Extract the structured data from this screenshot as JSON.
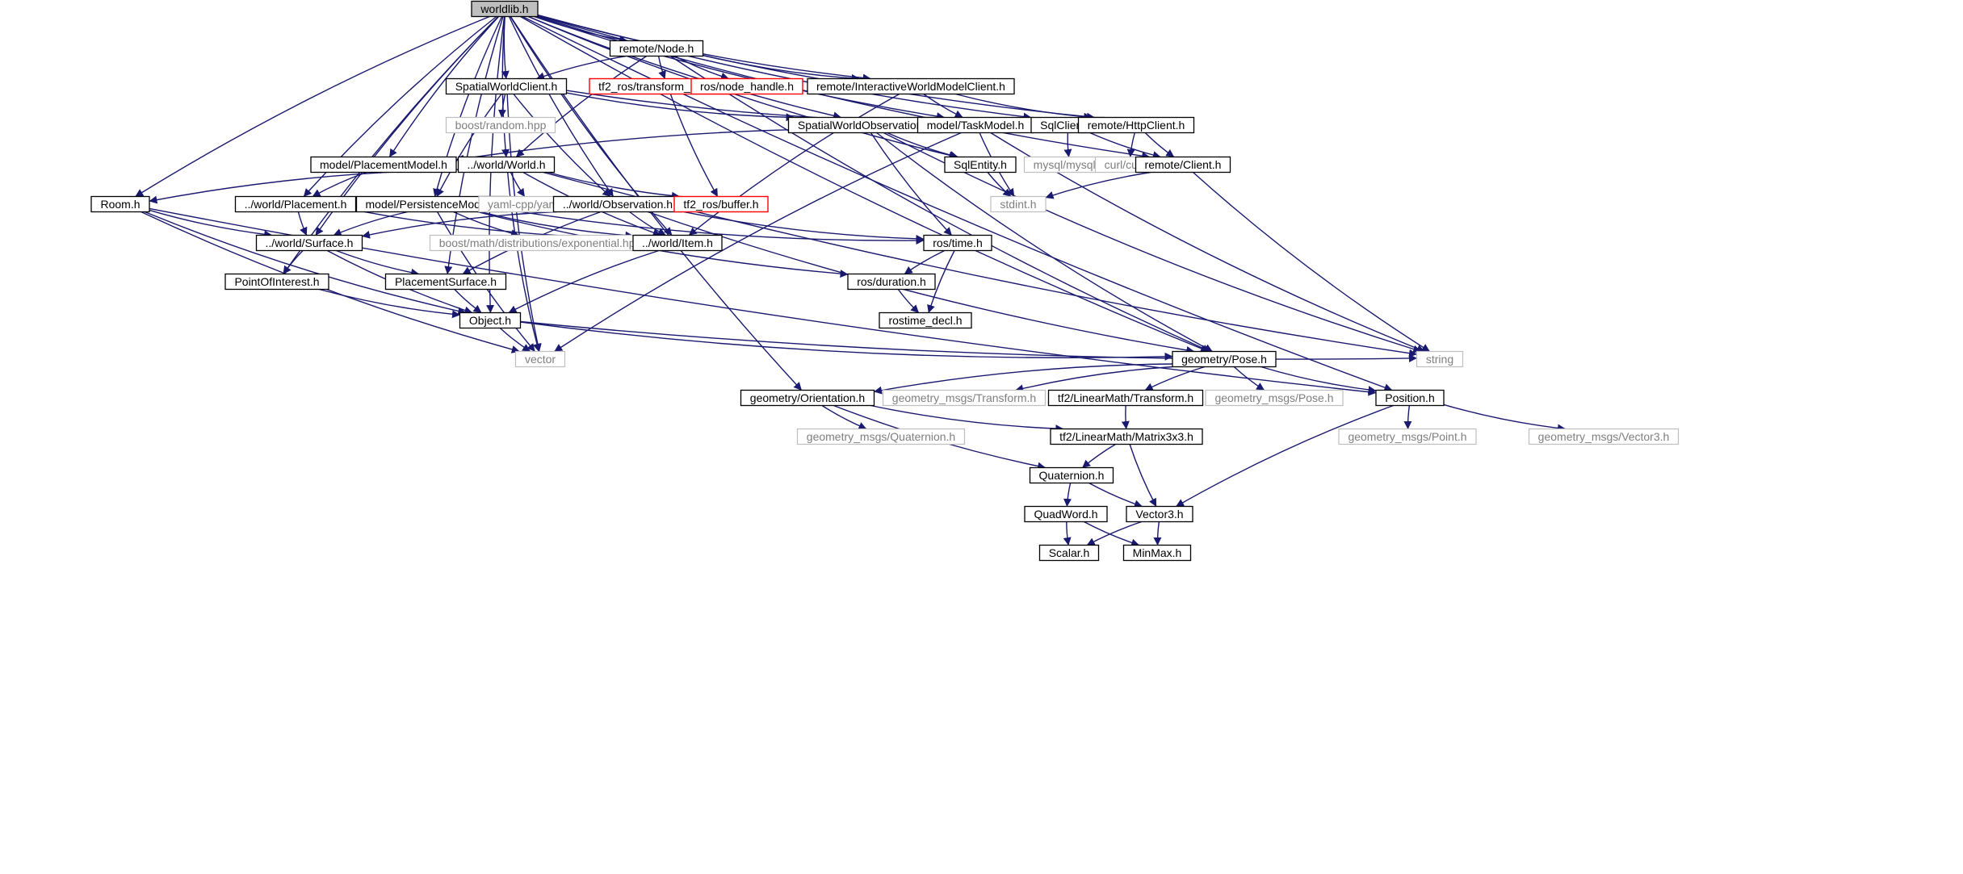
{
  "diagram": {
    "type": "include-dependency-graph",
    "colors": {
      "edge": "#191970",
      "root_fill": "#bfbfbf",
      "node_border": "#000000",
      "external_border": "#bfbfbf",
      "external_text": "#7f7f7f",
      "missing_border": "#ff0000"
    },
    "nodes": [
      {
        "id": "worldlib",
        "label": "worldlib.h",
        "kind": "root"
      },
      {
        "id": "remote_node",
        "label": "remote/Node.h",
        "kind": "file"
      },
      {
        "id": "spatial_client",
        "label": "SpatialWorldClient.h",
        "kind": "file"
      },
      {
        "id": "tf2_listener",
        "label": "tf2_ros/transform_listener.h",
        "kind": "missing"
      },
      {
        "id": "ros_nodehandle",
        "label": "ros/node_handle.h",
        "kind": "missing"
      },
      {
        "id": "interactive_client",
        "label": "remote/InteractiveWorldModelClient.h",
        "kind": "file"
      },
      {
        "id": "boost_random",
        "label": "boost/random.hpp",
        "kind": "external"
      },
      {
        "id": "spatial_obs",
        "label": "SpatialWorldObservation.h",
        "kind": "file"
      },
      {
        "id": "task_model",
        "label": "model/TaskModel.h",
        "kind": "file"
      },
      {
        "id": "sql_client",
        "label": "SqlClient.h",
        "kind": "file"
      },
      {
        "id": "http_client",
        "label": "remote/HttpClient.h",
        "kind": "file"
      },
      {
        "id": "placement_model",
        "label": "model/PlacementModel.h",
        "kind": "file"
      },
      {
        "id": "world_world",
        "label": "../world/World.h",
        "kind": "file"
      },
      {
        "id": "sql_entity",
        "label": "SqlEntity.h",
        "kind": "file"
      },
      {
        "id": "mysql",
        "label": "mysql/mysql.h",
        "kind": "external"
      },
      {
        "id": "curl",
        "label": "curl/curl.h",
        "kind": "external"
      },
      {
        "id": "remote_client",
        "label": "remote/Client.h",
        "kind": "file"
      },
      {
        "id": "room",
        "label": "Room.h",
        "kind": "file"
      },
      {
        "id": "world_placement",
        "label": "../world/Placement.h",
        "kind": "file"
      },
      {
        "id": "persistence_model",
        "label": "model/PersistenceModel.h",
        "kind": "file"
      },
      {
        "id": "yaml",
        "label": "yaml-cpp/yaml.h",
        "kind": "external"
      },
      {
        "id": "world_observation",
        "label": "../world/Observation.h",
        "kind": "file"
      },
      {
        "id": "tf2_buffer",
        "label": "tf2_ros/buffer.h",
        "kind": "missing"
      },
      {
        "id": "stdint",
        "label": "stdint.h",
        "kind": "external"
      },
      {
        "id": "world_surface",
        "label": "../world/Surface.h",
        "kind": "file"
      },
      {
        "id": "boost_exp",
        "label": "boost/math/distributions/exponential.hpp",
        "kind": "external"
      },
      {
        "id": "world_item",
        "label": "../world/Item.h",
        "kind": "file"
      },
      {
        "id": "ros_time",
        "label": "ros/time.h",
        "kind": "file"
      },
      {
        "id": "point_of_interest",
        "label": "PointOfInterest.h",
        "kind": "file"
      },
      {
        "id": "placement_surface",
        "label": "PlacementSurface.h",
        "kind": "file"
      },
      {
        "id": "ros_duration",
        "label": "ros/duration.h",
        "kind": "file"
      },
      {
        "id": "object",
        "label": "Object.h",
        "kind": "file"
      },
      {
        "id": "rostime_decl",
        "label": "rostime_decl.h",
        "kind": "file"
      },
      {
        "id": "vector",
        "label": "vector",
        "kind": "external"
      },
      {
        "id": "geometry_pose",
        "label": "geometry/Pose.h",
        "kind": "file"
      },
      {
        "id": "string",
        "label": "string",
        "kind": "external"
      },
      {
        "id": "geometry_orientation",
        "label": "geometry/Orientation.h",
        "kind": "file"
      },
      {
        "id": "gm_transform",
        "label": "geometry_msgs/Transform.h",
        "kind": "external"
      },
      {
        "id": "tf2_transform",
        "label": "tf2/LinearMath/Transform.h",
        "kind": "file"
      },
      {
        "id": "gm_pose",
        "label": "geometry_msgs/Pose.h",
        "kind": "external"
      },
      {
        "id": "position",
        "label": "Position.h",
        "kind": "file"
      },
      {
        "id": "gm_quaternion",
        "label": "geometry_msgs/Quaternion.h",
        "kind": "external"
      },
      {
        "id": "tf2_matrix",
        "label": "tf2/LinearMath/Matrix3x3.h",
        "kind": "file"
      },
      {
        "id": "gm_point",
        "label": "geometry_msgs/Point.h",
        "kind": "external"
      },
      {
        "id": "gm_vector3",
        "label": "geometry_msgs/Vector3.h",
        "kind": "external"
      },
      {
        "id": "quaternion",
        "label": "Quaternion.h",
        "kind": "file"
      },
      {
        "id": "quadword",
        "label": "QuadWord.h",
        "kind": "file"
      },
      {
        "id": "vector3",
        "label": "Vector3.h",
        "kind": "file"
      },
      {
        "id": "scalar",
        "label": "Scalar.h",
        "kind": "file"
      },
      {
        "id": "minmax",
        "label": "MinMax.h",
        "kind": "file"
      }
    ],
    "edges": [
      [
        "worldlib",
        "remote_node"
      ],
      [
        "worldlib",
        "spatial_client"
      ],
      [
        "worldlib",
        "interactive_client"
      ],
      [
        "worldlib",
        "spatial_obs"
      ],
      [
        "worldlib",
        "task_model"
      ],
      [
        "worldlib",
        "sql_client"
      ],
      [
        "worldlib",
        "http_client"
      ],
      [
        "worldlib",
        "placement_model"
      ],
      [
        "worldlib",
        "world_world"
      ],
      [
        "worldlib",
        "sql_entity"
      ],
      [
        "worldlib",
        "remote_client"
      ],
      [
        "worldlib",
        "room"
      ],
      [
        "worldlib",
        "world_placement"
      ],
      [
        "worldlib",
        "persistence_model"
      ],
      [
        "worldlib",
        "world_observation"
      ],
      [
        "worldlib",
        "world_surface"
      ],
      [
        "worldlib",
        "world_item"
      ],
      [
        "worldlib",
        "point_of_interest"
      ],
      [
        "worldlib",
        "placement_surface"
      ],
      [
        "worldlib",
        "object"
      ],
      [
        "worldlib",
        "geometry_pose"
      ],
      [
        "worldlib",
        "geometry_orientation"
      ],
      [
        "worldlib",
        "position"
      ],
      [
        "remote_node",
        "spatial_client"
      ],
      [
        "remote_node",
        "tf2_listener"
      ],
      [
        "remote_node",
        "ros_nodehandle"
      ],
      [
        "remote_node",
        "interactive_client"
      ],
      [
        "remote_node",
        "world_world"
      ],
      [
        "remote_node",
        "geometry_pose"
      ],
      [
        "spatial_client",
        "boost_random"
      ],
      [
        "spatial_client",
        "spatial_obs"
      ],
      [
        "spatial_client",
        "sql_client"
      ],
      [
        "spatial_client",
        "persistence_model"
      ],
      [
        "spatial_client",
        "world_observation"
      ],
      [
        "spatial_client",
        "vector"
      ],
      [
        "tf2_listener",
        "tf2_buffer"
      ],
      [
        "interactive_client",
        "task_model"
      ],
      [
        "interactive_client",
        "http_client"
      ],
      [
        "interactive_client",
        "world_item"
      ],
      [
        "spatial_obs",
        "sql_entity"
      ],
      [
        "spatial_obs",
        "ros_time"
      ],
      [
        "spatial_obs",
        "geometry_pose"
      ],
      [
        "spatial_obs",
        "string"
      ],
      [
        "task_model",
        "placement_model"
      ],
      [
        "task_model",
        "stdint"
      ],
      [
        "task_model",
        "string"
      ],
      [
        "task_model",
        "vector"
      ],
      [
        "sql_client",
        "mysql"
      ],
      [
        "sql_client",
        "remote_client"
      ],
      [
        "http_client",
        "curl"
      ],
      [
        "http_client",
        "remote_client"
      ],
      [
        "placement_model",
        "world_placement"
      ],
      [
        "world_world",
        "room"
      ],
      [
        "world_world",
        "yaml"
      ],
      [
        "world_world",
        "tf2_buffer"
      ],
      [
        "world_world",
        "world_item"
      ],
      [
        "world_world",
        "vector"
      ],
      [
        "world_world",
        "string"
      ],
      [
        "sql_entity",
        "stdint"
      ],
      [
        "remote_client",
        "stdint"
      ],
      [
        "remote_client",
        "string"
      ],
      [
        "room",
        "world_surface"
      ],
      [
        "room",
        "object"
      ],
      [
        "room",
        "vector"
      ],
      [
        "room",
        "position"
      ],
      [
        "world_placement",
        "world_surface"
      ],
      [
        "world_placement",
        "world_item"
      ],
      [
        "persistence_model",
        "world_surface"
      ],
      [
        "persistence_model",
        "boost_exp"
      ],
      [
        "persistence_model",
        "world_item"
      ],
      [
        "persistence_model",
        "ros_time"
      ],
      [
        "persistence_model",
        "ros_duration"
      ],
      [
        "persistence_model",
        "vector"
      ],
      [
        "world_observation",
        "world_surface"
      ],
      [
        "world_observation",
        "world_item"
      ],
      [
        "world_observation",
        "ros_time"
      ],
      [
        "world_observation",
        "placement_surface"
      ],
      [
        "world_observation",
        "geometry_pose"
      ],
      [
        "world_surface",
        "point_of_interest"
      ],
      [
        "world_surface",
        "placement_surface"
      ],
      [
        "world_surface",
        "object"
      ],
      [
        "world_item",
        "object"
      ],
      [
        "ros_time",
        "ros_duration"
      ],
      [
        "ros_time",
        "rostime_decl"
      ],
      [
        "ros_duration",
        "rostime_decl"
      ],
      [
        "point_of_interest",
        "object"
      ],
      [
        "placement_surface",
        "object"
      ],
      [
        "object",
        "vector"
      ],
      [
        "object",
        "geometry_pose"
      ],
      [
        "object",
        "string"
      ],
      [
        "geometry_pose",
        "geometry_orientation"
      ],
      [
        "geometry_pose",
        "gm_transform"
      ],
      [
        "geometry_pose",
        "tf2_transform"
      ],
      [
        "geometry_pose",
        "gm_pose"
      ],
      [
        "geometry_pose",
        "position"
      ],
      [
        "geometry_orientation",
        "gm_quaternion"
      ],
      [
        "geometry_orientation",
        "tf2_matrix"
      ],
      [
        "geometry_orientation",
        "quaternion"
      ],
      [
        "tf2_transform",
        "tf2_matrix"
      ],
      [
        "position",
        "gm_point"
      ],
      [
        "position",
        "gm_vector3"
      ],
      [
        "position",
        "vector3"
      ],
      [
        "tf2_matrix",
        "quaternion"
      ],
      [
        "tf2_matrix",
        "vector3"
      ],
      [
        "quaternion",
        "quadword"
      ],
      [
        "quaternion",
        "vector3"
      ],
      [
        "quadword",
        "scalar"
      ],
      [
        "quadword",
        "minmax"
      ],
      [
        "vector3",
        "scalar"
      ],
      [
        "vector3",
        "minmax"
      ]
    ]
  }
}
